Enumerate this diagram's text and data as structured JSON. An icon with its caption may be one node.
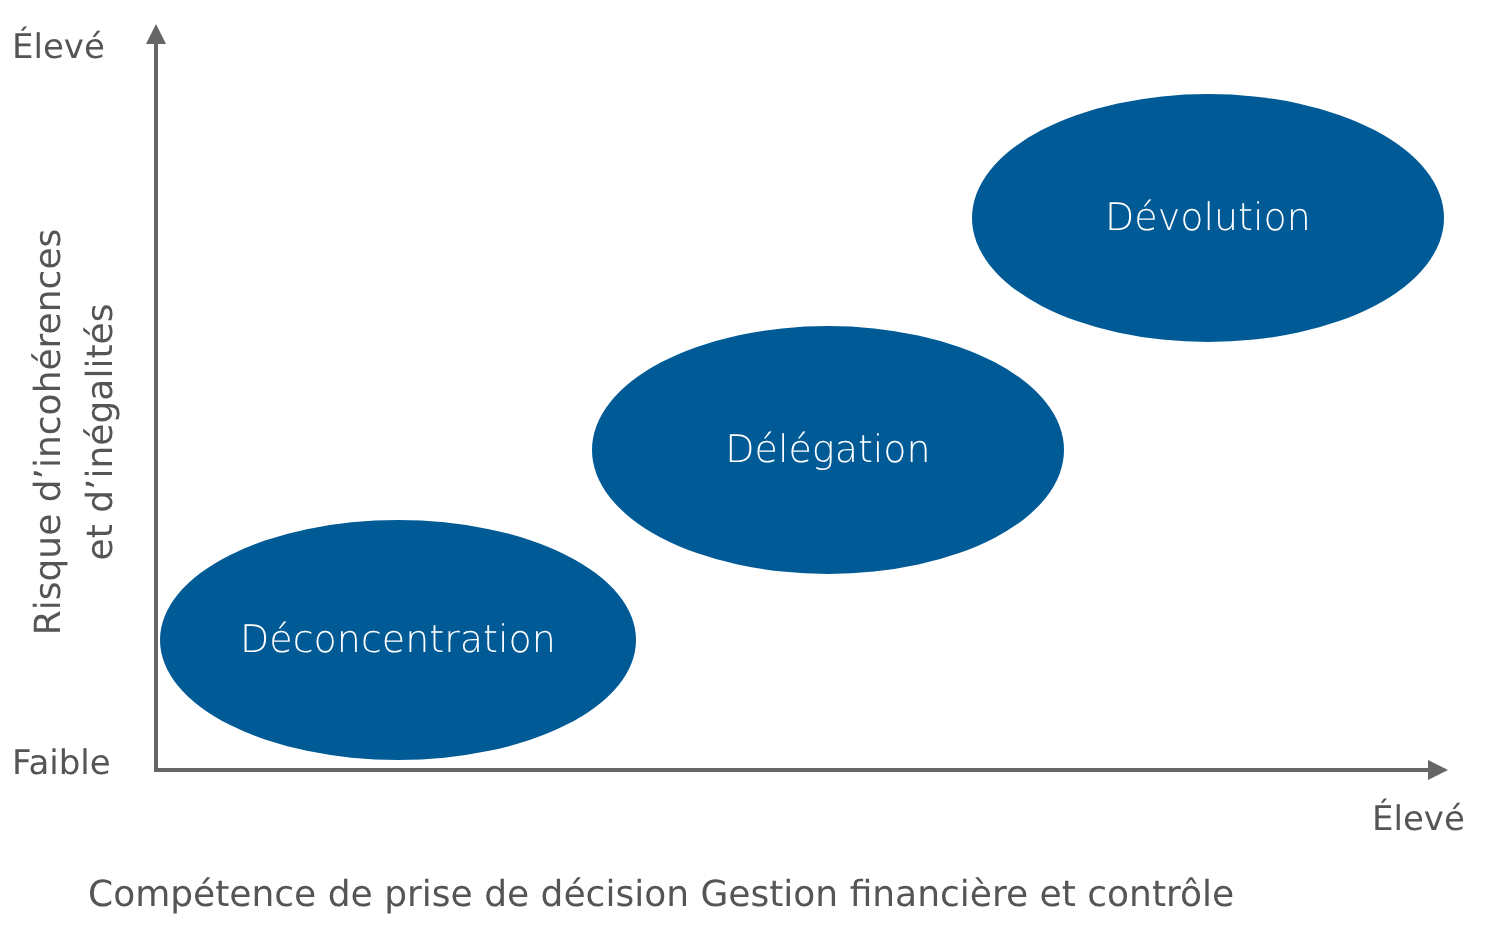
{
  "diagram": {
    "nodes": [
      {
        "text": [
          "Déconcentration"
        ]
      },
      {
        "text": [
          "Délégation"
        ]
      },
      {
        "text": [
          "Dévolution"
        ]
      }
    ],
    "edges": [],
    "labels": [
      "Élevé",
      "Risque d’incohérences et d’inégalités",
      "Faible",
      "Élevé",
      "Compétence de prise de décision Gestion financière et contrôle"
    ]
  }
}
